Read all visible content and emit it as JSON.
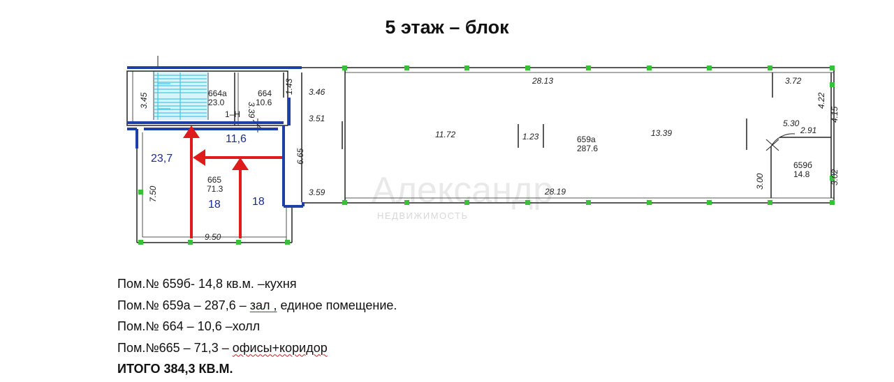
{
  "title": "5 этаж – блок",
  "plan": {
    "rooms": [
      {
        "id": "664a",
        "number": "664а",
        "area": "23.0"
      },
      {
        "id": "664",
        "number": "664",
        "area": "10.6"
      },
      {
        "id": "665",
        "number": "665",
        "area": "71.3"
      },
      {
        "id": "659a",
        "number": "659а",
        "area": "287.6"
      },
      {
        "id": "659b",
        "number": "659б",
        "area": "14.8"
      }
    ],
    "dimensions": {
      "d345": "3.45",
      "d339": "3.39",
      "d143": "1.43",
      "d346": "3.46",
      "d2813": "28.13",
      "d372": "3.72",
      "d422": "4.22",
      "d415": "4.15",
      "d351": "3.51",
      "d1172": "11.72",
      "d123": "1.23",
      "d1339": "13.39",
      "d530": "5.30",
      "d291": "2.91",
      "d665": "6.65",
      "d300": "3.00",
      "d302": "3.02",
      "d359": "3.59",
      "d2819": "28.19",
      "d750": "7.50",
      "d950": "9.50"
    },
    "marker": "1–Н",
    "annotations": {
      "a116": "11,6",
      "a237": "23,7",
      "a18a": "18",
      "a18b": "18"
    },
    "watermark": {
      "main": "Александр",
      "sub": "НЕДВИЖИМОСТЬ"
    }
  },
  "legend": {
    "line1": "Пом.№ 659б- 14,8 кв.м. –кухня",
    "line2_pre": "Пом.№ 659а – 287,6 – ",
    "line2_link": "зал ,",
    "line2_post": " единое помещение.",
    "line3": "Пом.№ 664 – 10,6 –холл",
    "line4_pre": "Пом.№665 – 71,3 – ",
    "line4_squig": "офисы+коридор",
    "total": "ИТОГО 384,3 КВ.М."
  },
  "colors": {
    "wall": "#1e3fa8",
    "arrow": "#e01b1b",
    "stairs": "#46c8e8",
    "node": "#38c038",
    "annotation": "#1a2a9a"
  }
}
